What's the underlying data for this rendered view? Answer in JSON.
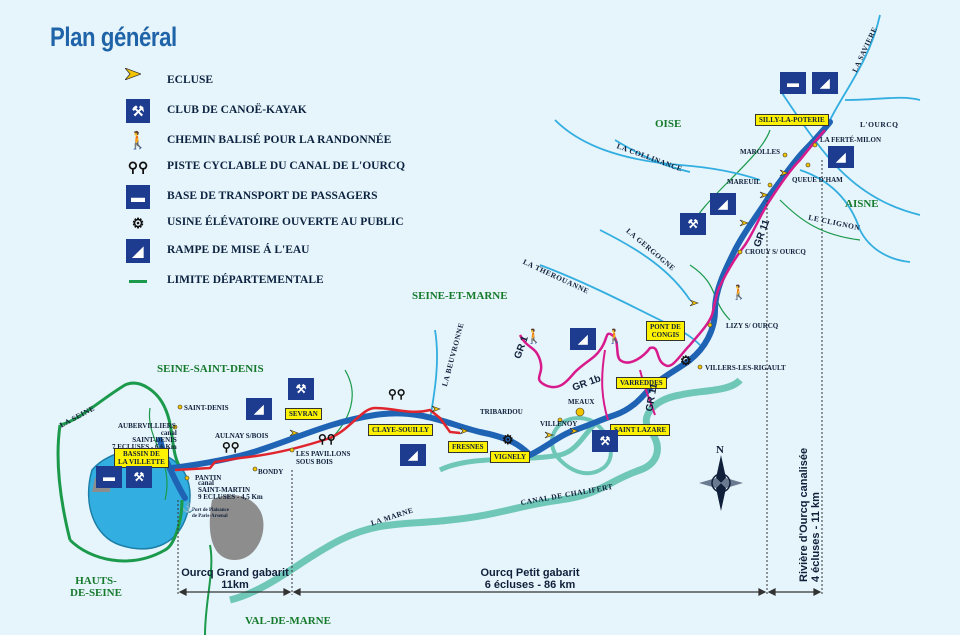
{
  "title": "Plan général",
  "legend": [
    {
      "icon": "lock-arrow-icon",
      "label": "ECLUSE"
    },
    {
      "icon": "canoe-kayak-icon",
      "label": "CLUB DE CANOË-KAYAK"
    },
    {
      "icon": "hikers-icon",
      "label": "CHEMIN BALISÉ POUR LA RANDONNÉE"
    },
    {
      "icon": "bicycle-icon",
      "label": "PISTE CYCLABLE DU CANAL DE L'OURCQ"
    },
    {
      "icon": "boat-icon",
      "label": "BASE DE TRANSPORT DE PASSAGERS"
    },
    {
      "icon": "pumping-station-icon",
      "label": "USINE ÉLÉVATOIRE OUVERTE AU PUBLIC"
    },
    {
      "icon": "boat-ramp-icon",
      "label": "RAMPE DE MISE Á L'EAU"
    },
    {
      "icon": "department-line-icon",
      "label": "LIMITE DÉPARTEMENTALE"
    }
  ],
  "colors": {
    "canal": "#1f63b5",
    "cycle": "#e0252e",
    "hike": "#d81b8c",
    "water": "#33aee0",
    "marne": "#6fc7b8",
    "boundary": "#1b9a4b",
    "highlight": "#fff200",
    "iconbg": "#1d3b8f"
  },
  "departments": {
    "seine_saint_denis": "SEINE-SAINT-DENIS",
    "seine_et_marne": "SEINE-ET-MARNE",
    "hauts_de_seine": "HAUTS-\nDE-SEINE",
    "val_de_marne": "VAL-DE-MARNE",
    "oise": "OISE",
    "aisne": "AISNE"
  },
  "waterways": {
    "la_seine": "LA SEINE",
    "la_marne": "LA MARNE",
    "canal_de_chalifert": "CANAL DE CHALIFERT",
    "la_beuvronne": "LA BEUVRONNE",
    "la_therouanne": "LA THEROUANNE",
    "la_gergogne": "LA GERGOGNE",
    "la_collinance": "LA COLLINANCE",
    "la_saviere": "LA SAVIERE",
    "l_ourcq": "L'OURCQ",
    "le_clignon": "LE CLIGNON"
  },
  "places": {
    "saint_denis": "SAINT-DENIS",
    "aubervilliers": "AUBERVILLIERS",
    "canal_saint_denis": "canal\nSAINT-DENIS\n7 ECLUSES - 6,6 Km",
    "aulnay": "AULNAY S/BOIS",
    "bondy": "BONDY",
    "pantin": "PANTIN",
    "canal_saint_martin": "canal\nSAINT-MARTIN\n9 ECLUSES - 4,5 Km",
    "arsenal": "Port de Plaisance\nde Paris-Arsenal",
    "les_pavillons": "LES PAVILLONS\nSOUS BOIS",
    "tribardou": "TRIBARDOU",
    "villenoy": "VILLENOY",
    "meaux": "MEAUX",
    "lizy": "LIZY S/ OURCQ",
    "villers": "VILLERS-LES-RIGAULT",
    "crouy": "CROUY S/ OURCQ",
    "mareuil": "MAREUIL",
    "marolles": "MAROLLES",
    "queue_dham": "QUEUE D'HAM",
    "la_ferte_milon": "LA FERTÉ-MILON"
  },
  "highlighted_places": {
    "bassin_villette": "BASSIN DE\nLA VILLETTE",
    "sevran": "SEVRAN",
    "claye_souilly": "CLAYE-SOUILLY",
    "fresnes": "FRESNES",
    "vignely": "VIGNELY",
    "saint_lazare": "SAINT LAZARE",
    "varreddes": "VARREDDES",
    "pont_congis": "PONT DE\nCONGIS",
    "silly": "SILLY-LA-POTERIE"
  },
  "trails": {
    "gr1": "GR 1",
    "gr1b": "GR 1b",
    "gr11": "GR 11",
    "gr11b": "GR 11"
  },
  "scale": {
    "grand_gabarit": "Ourcq Grand gabarit\n11km",
    "petit_gabarit": "Ourcq Petit gabarit\n6 écluses - 86 km",
    "riviere": "Rivière d'Ourcq canalisée\n4 écluses - 11 km"
  },
  "compass": {
    "north": "N"
  }
}
